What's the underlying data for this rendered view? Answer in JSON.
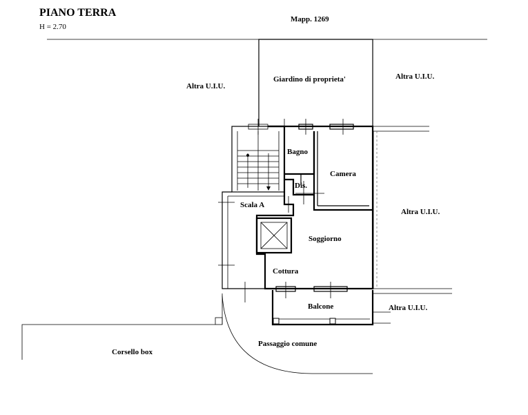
{
  "header": {
    "title": "PIANO TERRA",
    "height_label": "H = 2.70"
  },
  "labels": {
    "mapp": "Mapp. 1269",
    "giardino": "Giardino di proprieta'",
    "altra_left": "Altra U.I.U.",
    "altra_right_top": "Altra U.I.U.",
    "altra_right_mid": "Altra U.I.U.",
    "altra_right_bottom": "Altra U.I.U.",
    "bagno": "Bagno",
    "camera": "Camera",
    "dis": "Dis.",
    "scala": "Scala A",
    "soggiorno": "Soggiorno",
    "cottura": "Cottura",
    "balcone": "Balcone",
    "passaggio": "Passaggio comune",
    "corsello": "Corsello box"
  },
  "colors": {
    "ink": "#000000",
    "background": "#ffffff"
  }
}
